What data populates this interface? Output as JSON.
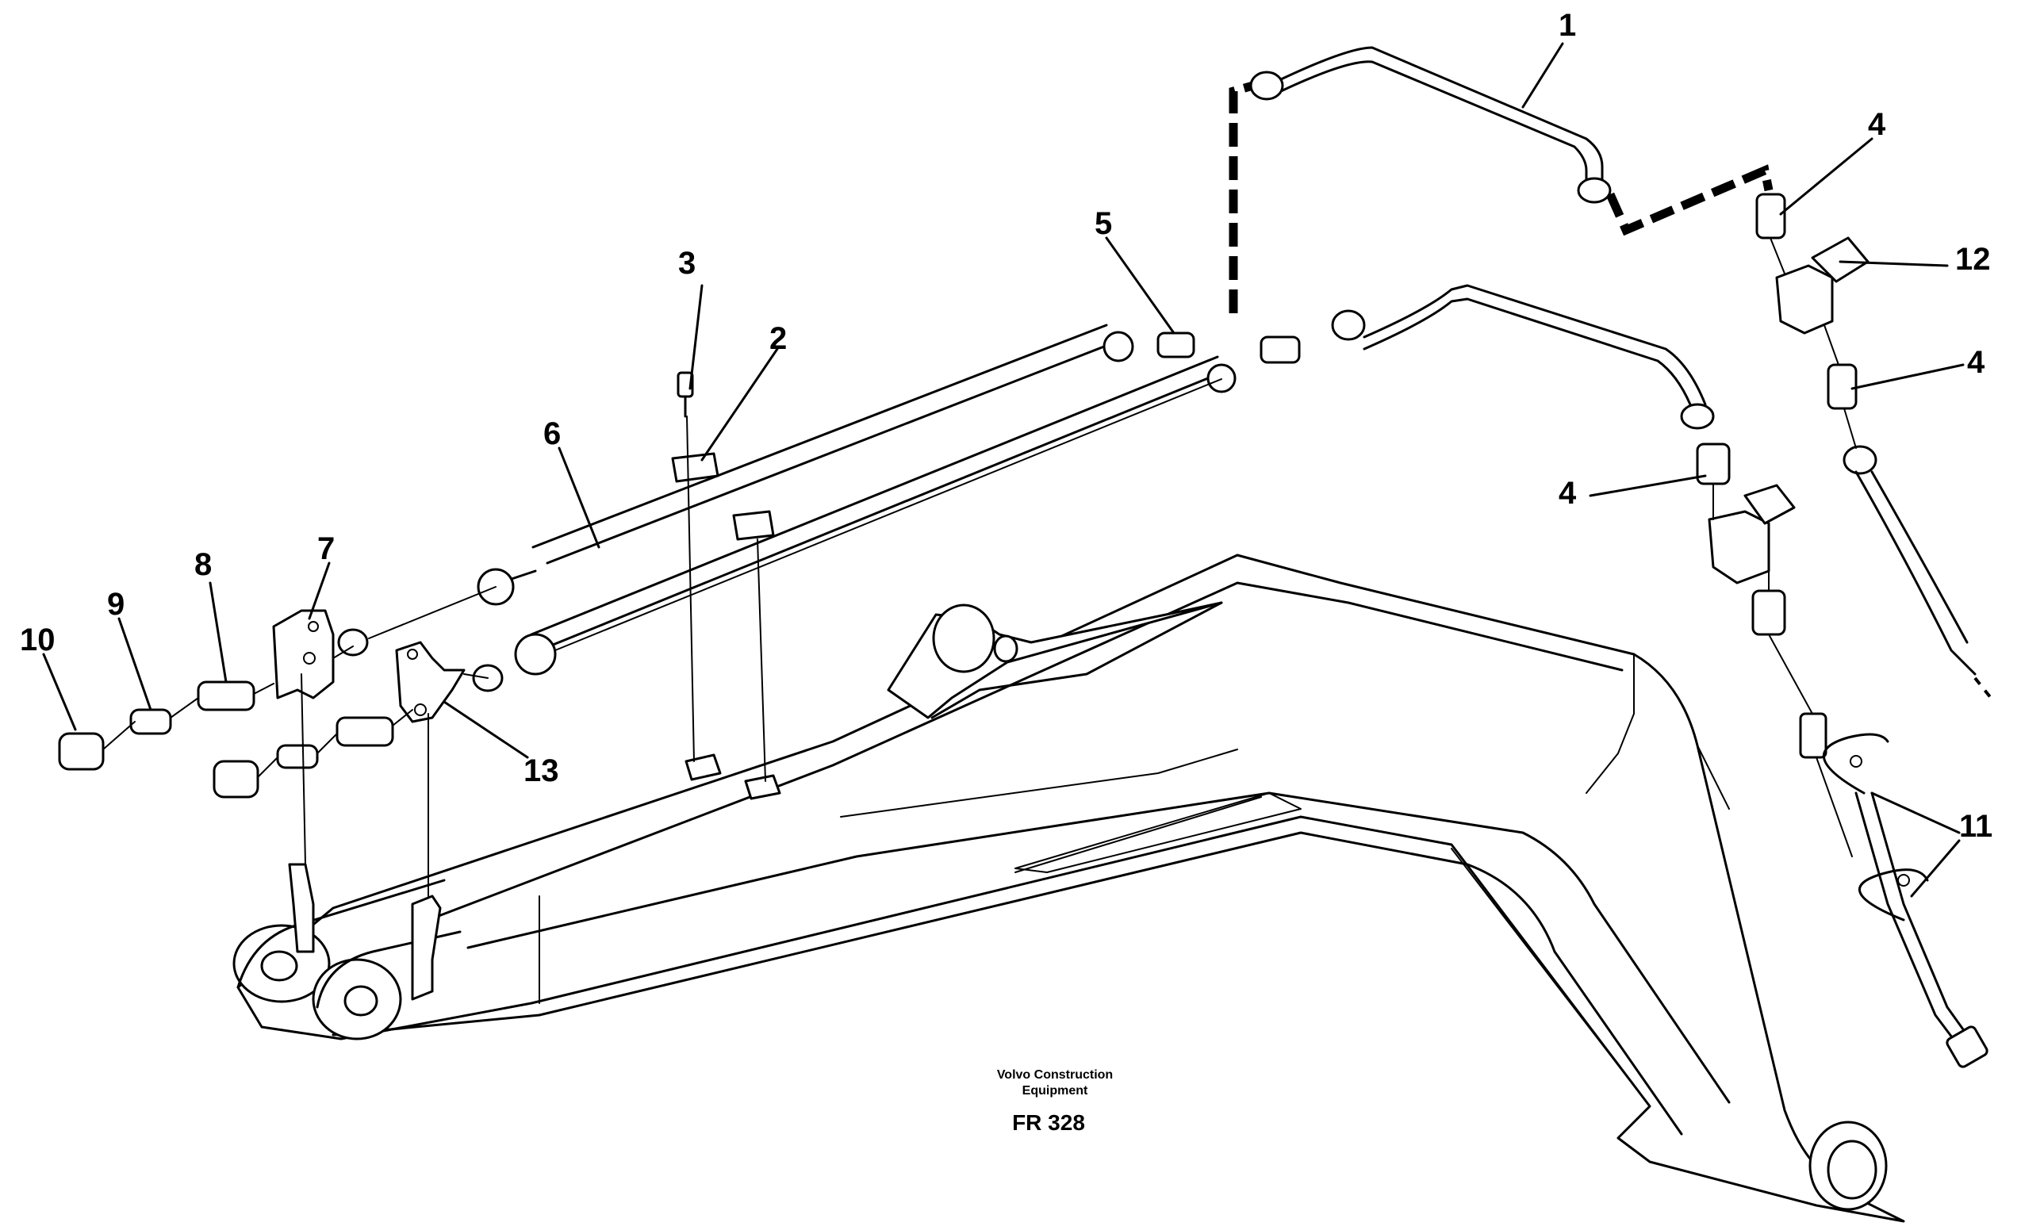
{
  "callouts": {
    "c1": "1",
    "c2": "2",
    "c3": "3",
    "c4a": "4",
    "c4b": "4",
    "c4c": "4",
    "c5": "5",
    "c6": "6",
    "c7": "7",
    "c8": "8",
    "c9": "9",
    "c10": "10",
    "c11": "11",
    "c12": "12",
    "c13": "13"
  },
  "caption": {
    "brand_line1": "Volvo Construction",
    "brand_line2": "Equipment",
    "figure_ref": "FR 328"
  }
}
